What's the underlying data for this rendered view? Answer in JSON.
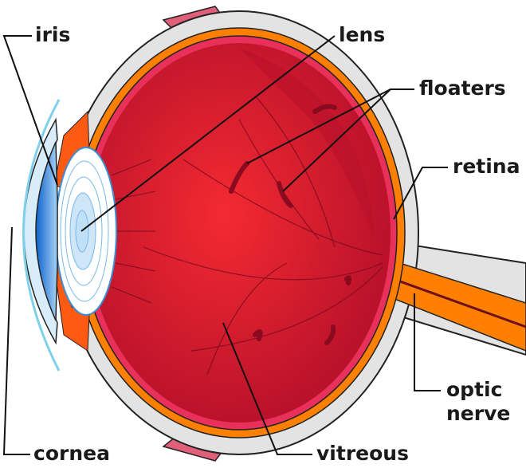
{
  "labels": {
    "iris": "iris",
    "lens": "lens",
    "floaters": "floaters",
    "retina": "retina",
    "optic_nerve_line1": "optic",
    "optic_nerve_line2": "nerve",
    "cornea": "cornea",
    "vitreous": "vitreous"
  },
  "colors": {
    "sclera": "#e3e3e3",
    "choroid": "#ff8000",
    "retina": "#e8305a",
    "vitreous": "#d8172a",
    "cornea": "#1e7fd8",
    "lens": "#bfe0f7",
    "iris": "#ff5a14"
  }
}
